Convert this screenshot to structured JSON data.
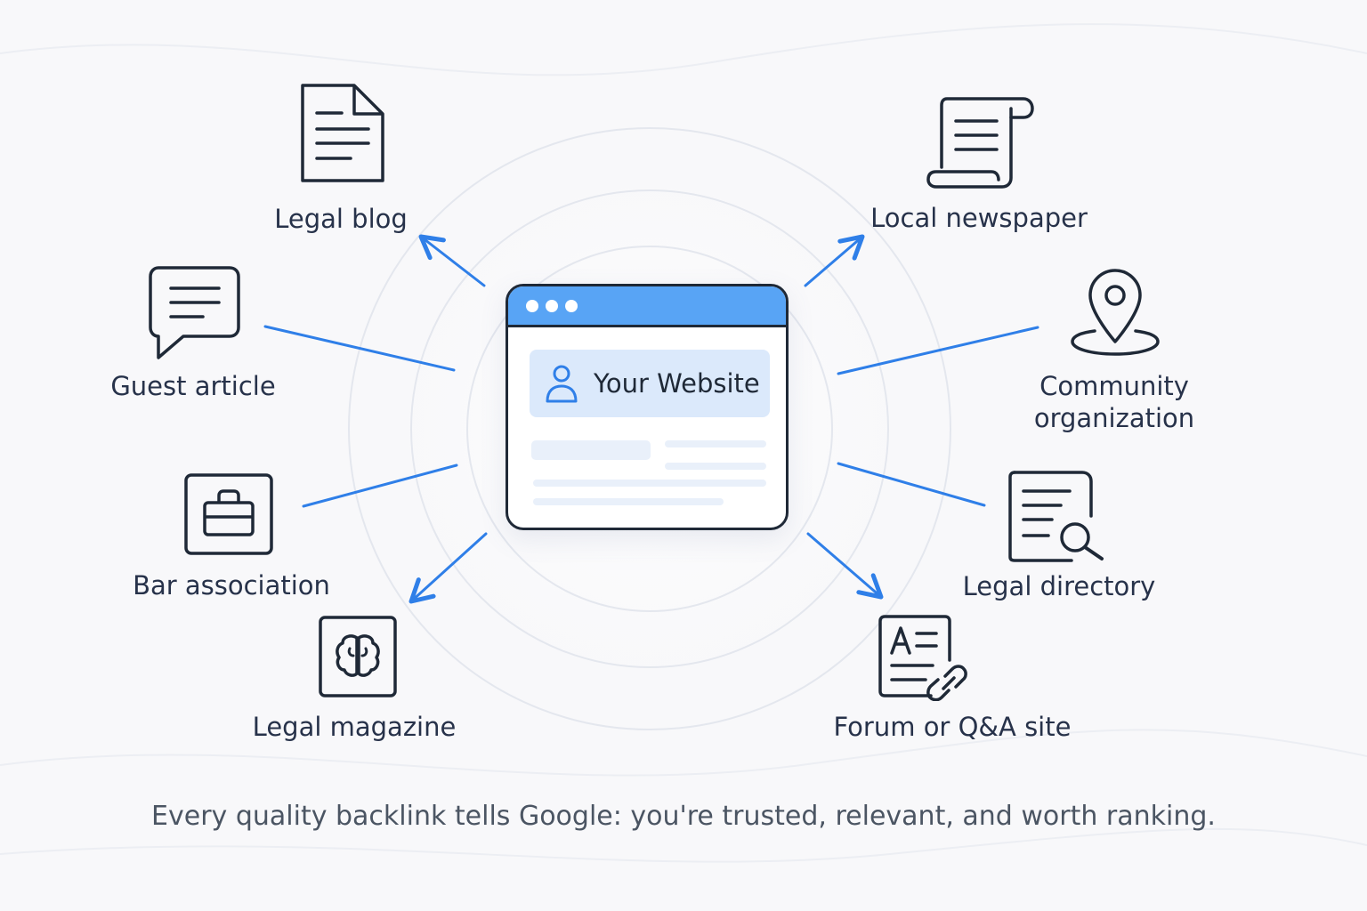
{
  "center": {
    "title": "Your Website",
    "icon": "user-icon"
  },
  "sources": [
    {
      "label": "Legal blog",
      "icon": "document-icon"
    },
    {
      "label": "Local newspaper",
      "icon": "scroll-icon"
    },
    {
      "label": "Guest article",
      "icon": "chat-bubble-icon"
    },
    {
      "label": "Community organization",
      "icon": "location-pin-icon"
    },
    {
      "label": "Bar association",
      "icon": "briefcase-icon"
    },
    {
      "label": "Legal directory",
      "icon": "directory-search-icon"
    },
    {
      "label": "Legal magazine",
      "icon": "brain-icon"
    },
    {
      "label": "Forum or Q&A site",
      "icon": "text-link-icon"
    }
  ],
  "caption": "Every quality backlink tells Google: you're trusted, relevant, and worth ranking.",
  "colors": {
    "accent": "#2f7fe8",
    "browser_bar": "#58a4f5",
    "icon_stroke": "#1f2937",
    "text": "#27324a"
  }
}
